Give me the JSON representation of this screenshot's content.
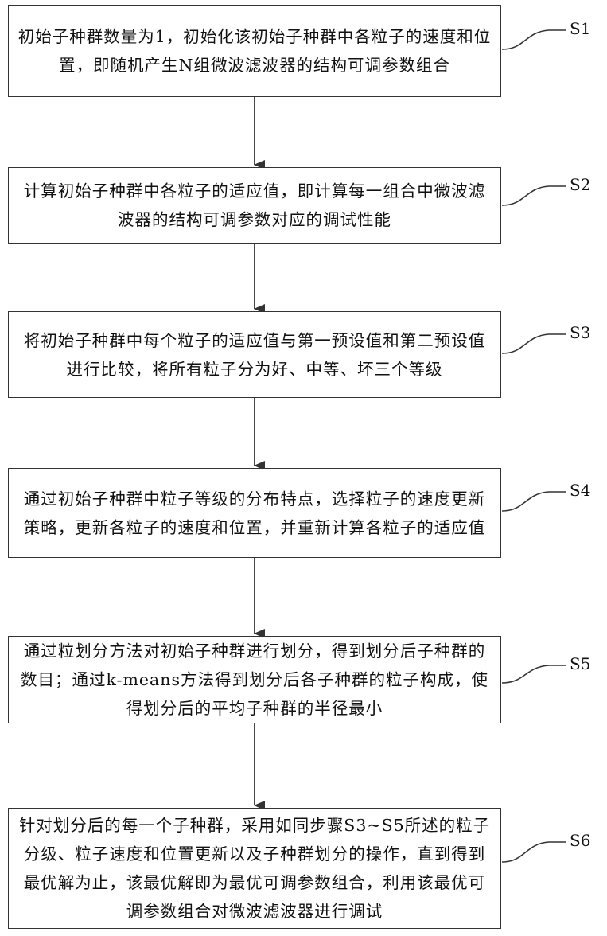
{
  "steps": [
    {
      "id": "S1",
      "label": "S1",
      "text": "初始子种群数量为1，初始化该初始子种群中各粒子的速度和位置，即随机产生N组微波滤波器的结构可调参数组合"
    },
    {
      "id": "S2",
      "label": "S2",
      "text": "计算初始子种群中各粒子的适应值，即计算每一组合中微波滤波器的结构可调参数对应的调试性能"
    },
    {
      "id": "S3",
      "label": "S3",
      "text": "将初始子种群中每个粒子的适应值与第一预设值和第二预设值进行比较，将所有粒子分为好、中等、坏三个等级"
    },
    {
      "id": "S4",
      "label": "S4",
      "text": "通过初始子种群中粒子等级的分布特点，选择粒子的速度更新策略，更新各粒子的速度和位置，并重新计算各粒子的适应值"
    },
    {
      "id": "S5",
      "label": "S5",
      "text": "通过粒划分方法对初始子种群进行划分，得到划分后子种群的数目；通过k-means方法得到划分后各子种群的粒子构成，使得划分后的平均子种群的半径最小"
    },
    {
      "id": "S6",
      "label": "S6",
      "text": "针对划分后的每一个子种群，采用如同步骤S3~S5所述的粒子分级、粒子速度和位置更新以及子种群划分的操作，直到得到最优解为止，该最优解即为最优可调参数组合，利用该最优可调参数组合对微波滤波器进行调试"
    }
  ]
}
